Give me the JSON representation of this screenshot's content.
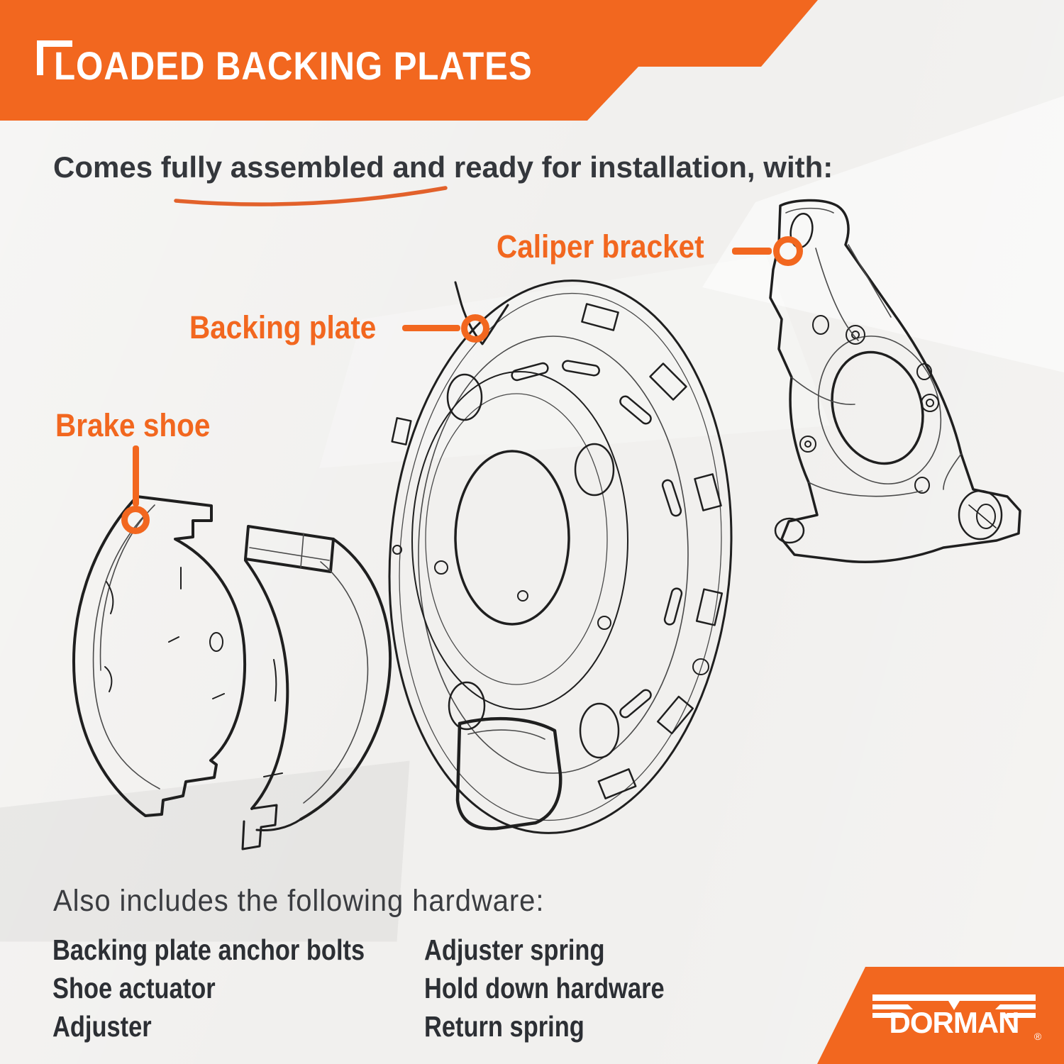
{
  "colors": {
    "orange": "#F2671F",
    "swoosh_orange": "#E2612B",
    "dark_text": "#34373c",
    "hardware_text": "#2c2f34",
    "line_art": "#1f1f1f",
    "background": "#f1f0ee",
    "white": "#ffffff"
  },
  "header": {
    "title": "LOADED BACKING PLATES"
  },
  "intro": {
    "text": "Comes fully assembled and ready for installation, with:",
    "underlined_word": "assembled"
  },
  "callouts": [
    {
      "label": "Caliper bracket"
    },
    {
      "label": "Backing plate"
    },
    {
      "label": "Brake shoe"
    }
  ],
  "illustrations": [
    "brake-shoes",
    "backing-plate",
    "caliper-bracket"
  ],
  "hardware": {
    "heading": "Also includes the following hardware:",
    "left_column": [
      "Backing plate anchor bolts",
      "Shoe actuator",
      "Adjuster"
    ],
    "right_column": [
      "Adjuster spring",
      "Hold down hardware",
      "Return spring"
    ]
  },
  "brand": {
    "name": "DORMAN",
    "registered": "®"
  }
}
